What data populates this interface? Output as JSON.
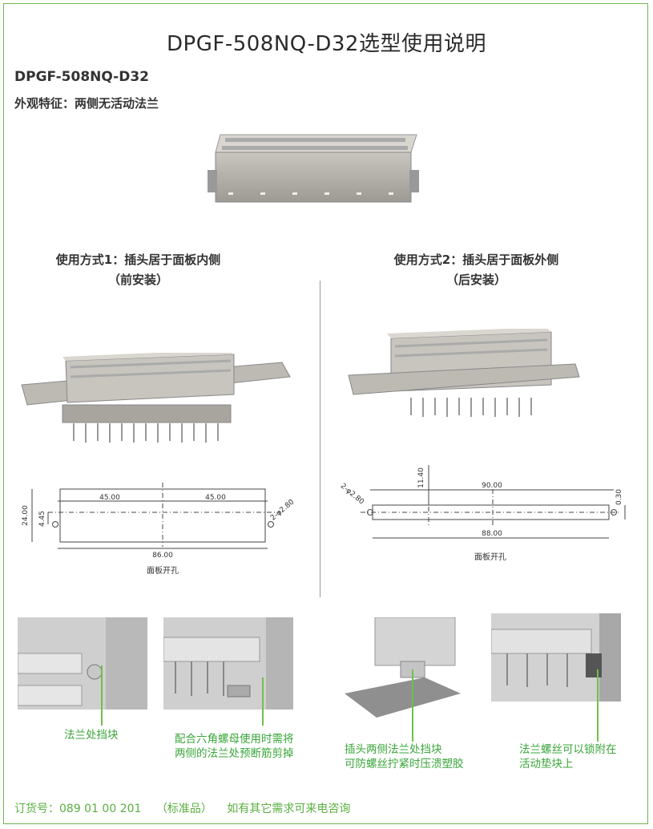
{
  "title": "DPGF-508NQ-D32选型使用说明",
  "model": "DPGF-508NQ-D32",
  "feature": "外观特征：两侧无活动法兰",
  "usage1": {
    "line1": "使用方式1：插头居于面板内侧",
    "line2": "（前安装）"
  },
  "usage2": {
    "line1": "使用方式2：插头居于面板外侧",
    "line2": "（后安装）"
  },
  "drawing1": {
    "dim_left": "45.00",
    "dim_right": "45.00",
    "dim_total": "86.00",
    "dim_height": "24.00",
    "dim_offset": "4.45",
    "hole": "2-φ2.80",
    "caption": "面板开孔"
  },
  "drawing2": {
    "dim_top": "90.00",
    "dim_bottom": "88.00",
    "dim_height": "11.40",
    "dim_offset": "0.30",
    "hole": "2-φ2.80",
    "caption": "面板开孔"
  },
  "photos": [
    {
      "caption_lines": [
        "法兰处挡块"
      ]
    },
    {
      "caption_lines": [
        "配合六角螺母使用时需将",
        "两侧的法兰处预断筋剪掉"
      ]
    },
    {
      "caption_lines": [
        "插头两侧法兰处挡块",
        "可防螺丝拧紧时压溃塑胶"
      ]
    },
    {
      "caption_lines": [
        "法兰螺丝可以锁附在",
        "活动垫块上"
      ]
    }
  ],
  "footer": {
    "order_no": "订货号：089 01 00 201",
    "standard": "（标准品）",
    "note": "如有其它需求可来电咨询"
  },
  "colors": {
    "accent": "#6fb84a",
    "caption": "#3aa63a"
  }
}
